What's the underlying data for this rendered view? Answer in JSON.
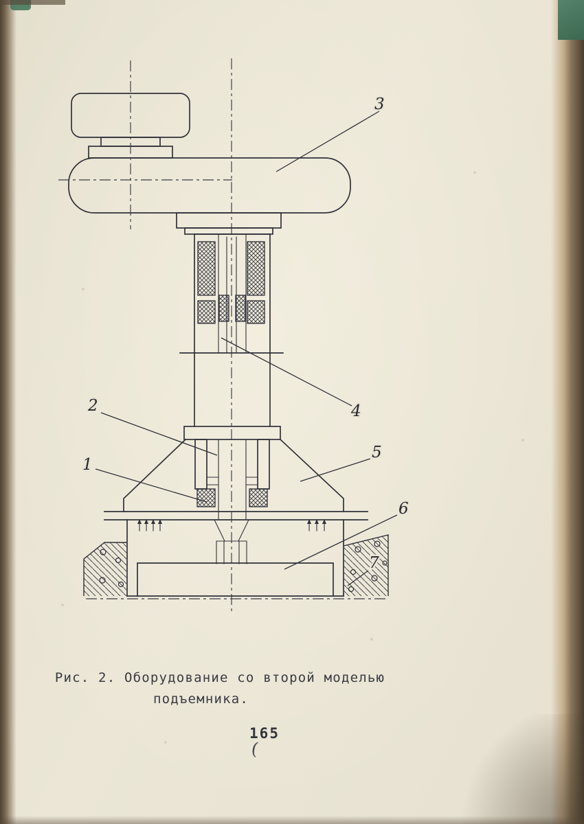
{
  "figure": {
    "labels": {
      "l1": "1",
      "l2": "2",
      "l3": "3",
      "l4": "4",
      "l5": "5",
      "l6": "6",
      "l7": "7"
    }
  },
  "caption": {
    "line1": "Рис. 2. Оборудование со второй моделью",
    "line2": "подъемника."
  },
  "page_number": "165",
  "margin_mark": "("
}
